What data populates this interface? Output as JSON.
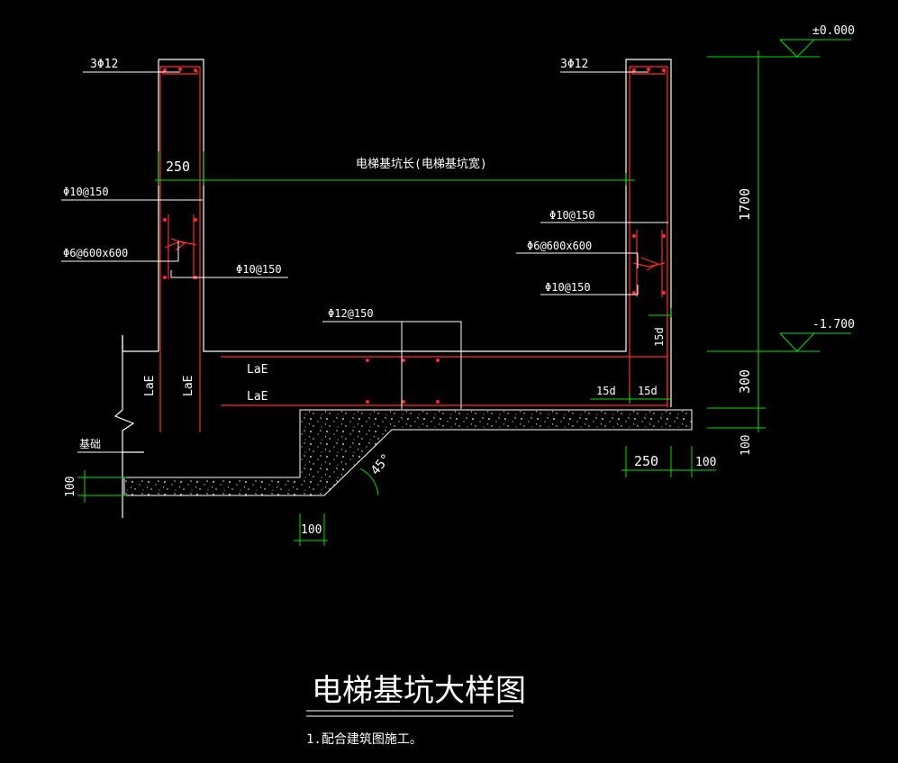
{
  "drawing": {
    "title": "电梯基坑大样图",
    "note": "1.配合建筑图施工。",
    "colors": {
      "background": "#000000",
      "line_white": "#ffffff",
      "rebar_red": "#ff2a2a",
      "dim_green": "#00e000",
      "text": "#ffffff"
    },
    "labels": {
      "top_bar_left": "3Φ12",
      "top_bar_right": "3Φ12",
      "pit_length": "电梯基坑长(电梯基坑宽)",
      "wall_thickness": "250",
      "left_stirrup_top": "Φ10@150",
      "left_tie": "Φ6@600x600",
      "left_stirrup_bottom": "Φ10@150",
      "right_stirrup_top": "Φ10@150",
      "right_tie": "Φ6@600x600",
      "right_stirrup_bottom": "Φ10@150",
      "slab_bar": "Φ12@150",
      "lae_top": "LaE",
      "lae_bottom": "LaE",
      "lae_wall_1": "LaE",
      "lae_wall_2": "LaE",
      "anchor_vert": "15d",
      "anchor_h1": "15d",
      "anchor_h2": "15d",
      "foundation": "基础",
      "dim_bottom_100": "100",
      "dim_left_100": "100",
      "angle": "45°",
      "level_top": "±0.000",
      "level_bottom": "-1.700",
      "dim_1700": "1700",
      "dim_300": "300",
      "dim_100_right": "100",
      "dim_250_right": "250",
      "dim_100_right2": "100"
    }
  }
}
